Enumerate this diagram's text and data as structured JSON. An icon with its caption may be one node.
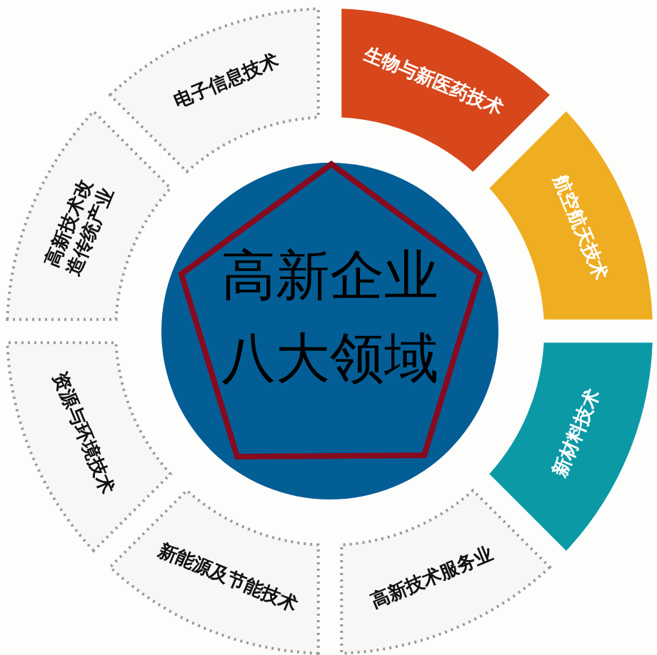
{
  "diagram": {
    "nodes": [
      {
        "text": [
          "高新企业八大领域"
        ]
      },
      {
        "text": [
          "电子信息技术"
        ]
      },
      {
        "text": [
          "生物与新医药技术"
        ]
      },
      {
        "text": [
          "航空航天技术"
        ]
      },
      {
        "text": [
          "新材料技术"
        ]
      },
      {
        "text": [
          "高新技术服务业"
        ]
      },
      {
        "text": [
          "新能源及节能技术"
        ]
      },
      {
        "text": [
          "资源与环境技术"
        ]
      },
      {
        "text": [
          "高新技术改造传统产业"
        ]
      }
    ]
  }
}
